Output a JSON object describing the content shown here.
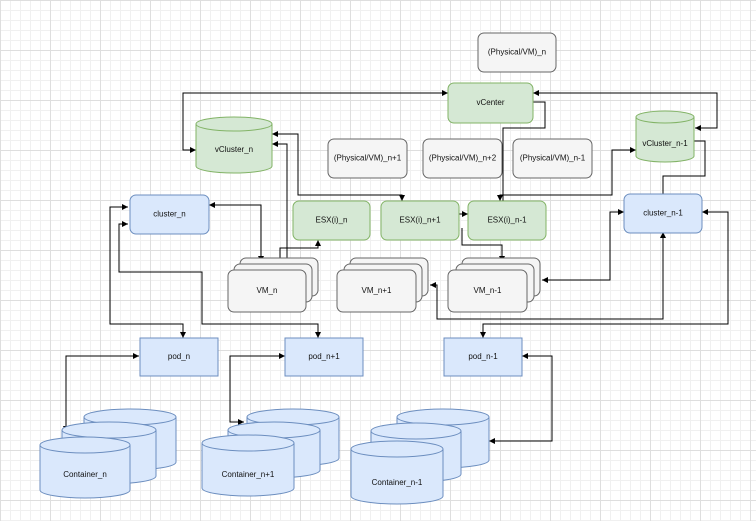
{
  "nodes": {
    "physical_vm_n": "(Physical/VM)_n",
    "vcenter": "vCenter",
    "vcluster_n": "vCluster_n",
    "vcluster_n_minus_1": "vCluster_n-1",
    "physical_vm_n_plus_1": "(Physical/VM)_n+1",
    "physical_vm_n_plus_2": "(Physical/VM)_n+2",
    "physical_vm_n_minus_1": "(Physical/VM)_n-1",
    "cluster_n": "cluster_n",
    "cluster_n_minus_1": "cluster_n-1",
    "esx_n": "ESX(i)_n",
    "esx_n_plus_1": "ESX(i)_n+1",
    "esx_n_minus_1": "ESX(i)_n-1",
    "vm_n": "VM_n",
    "vm_n_plus_1": "VM_n+1",
    "vm_n_minus_1": "VM_n-1",
    "pod_n": "pod_n",
    "pod_n_plus_1": "pod_n+1",
    "pod_n_minus_1": "pod_n-1",
    "container_n": "Container_n",
    "container_n_plus_1": "Container_n+1",
    "container_n_minus_1": "Container_n-1"
  },
  "colors": {
    "gray_fill": "#f5f5f5",
    "gray_stroke": "#666666",
    "green_fill": "#d5e8d4",
    "green_stroke": "#82b366",
    "blue_fill": "#dae8fc",
    "blue_stroke": "#6c8ebf",
    "edge": "#000000"
  }
}
